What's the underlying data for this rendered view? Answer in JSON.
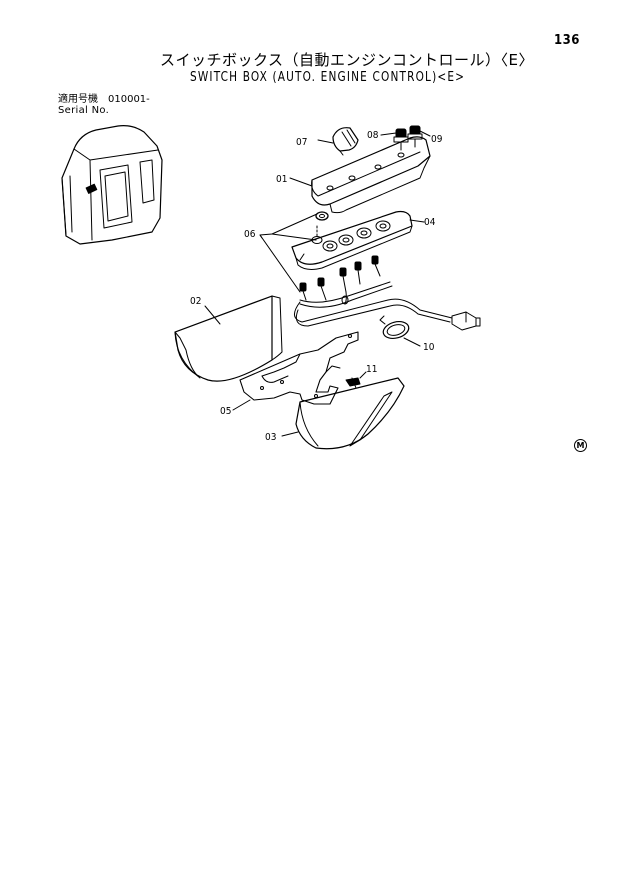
{
  "page": {
    "number": "136"
  },
  "title": {
    "japanese": "スイッチボックス（自動エンジンコントロール）〈E〉",
    "english": "SWITCH BOX (AUTO. ENGINE CONTROL)<E>"
  },
  "serial": {
    "label_jp": "適用号機",
    "label_en": "Serial No.",
    "value": "010001-"
  },
  "callouts": {
    "p01": "01",
    "p02": "02",
    "p03": "03",
    "p04": "04",
    "p05": "05",
    "p06": "06",
    "p07": "07",
    "p08": "08",
    "p09": "09",
    "p10": "10",
    "p11": "11"
  },
  "mark": "M"
}
